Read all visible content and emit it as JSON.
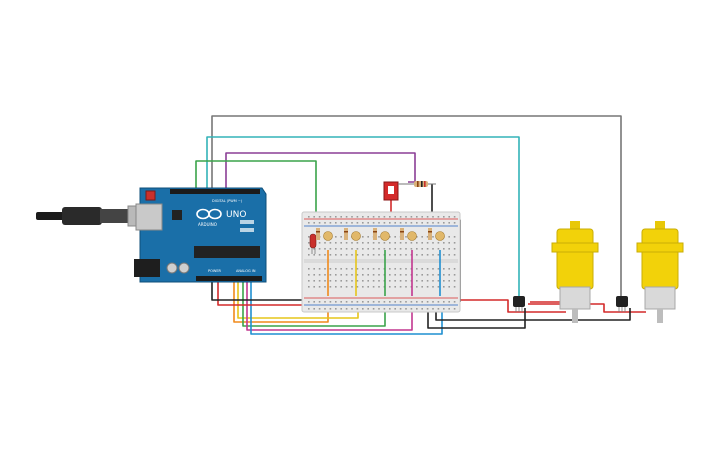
{
  "arduino": {
    "brand": "UNO",
    "maker": "ARDUINO",
    "digital_header": "DIGITAL (PWM ~)",
    "power_header": "POWER",
    "analog_header": "ANALOG IN"
  },
  "colors": {
    "canvas": "#ffffff",
    "board": "#1a6fa8",
    "breadboard": "#e9e9e9",
    "motor": "#f2d20a",
    "wire_gray": "#777777",
    "wire_teal": "#33b3b8",
    "wire_purple": "#8b3e96",
    "wire_green": "#3aa34a",
    "wire_red": "#d42a2a",
    "wire_black": "#222222",
    "wire_orange": "#f08a1c",
    "wire_yellow": "#e6c51a",
    "wire_magenta": "#c2378f",
    "wire_blue": "#1f8fd0",
    "led_red": "#c9302c",
    "switch_red": "#d42a2a"
  },
  "icons": {
    "usb_cable": "usb-cable-icon",
    "arduino_logo": "infinity-logo-icon",
    "transistor": "transistor-icon",
    "motor": "dc-gear-motor-icon"
  }
}
